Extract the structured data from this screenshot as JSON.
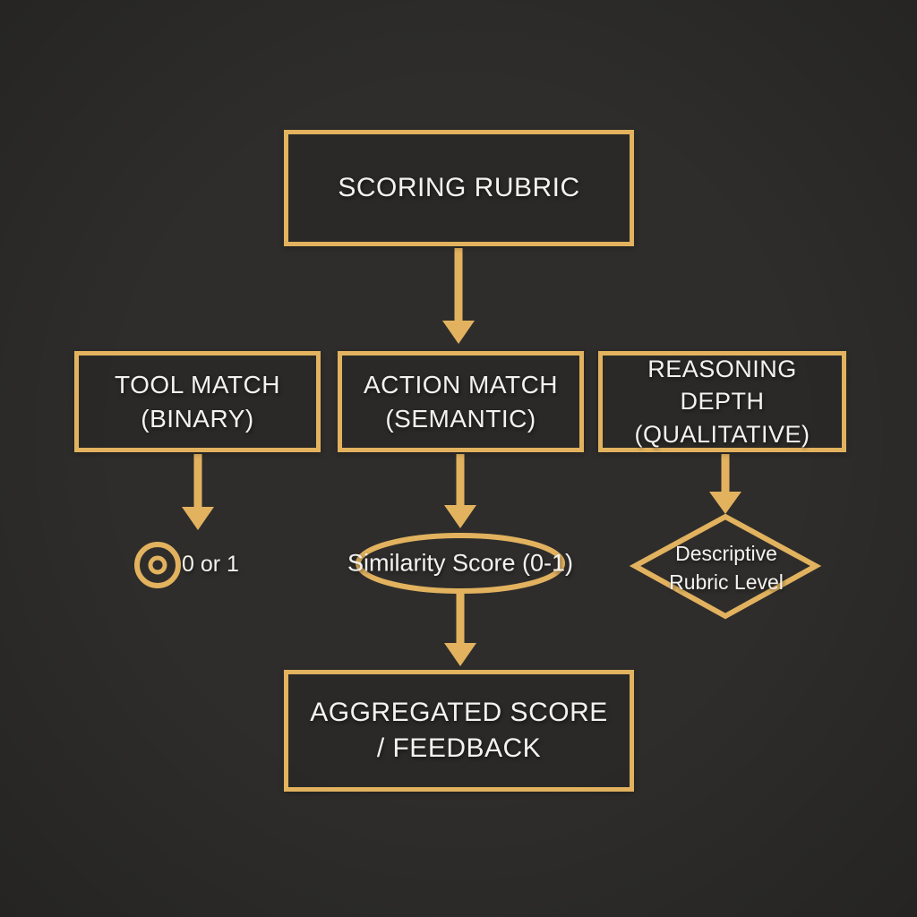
{
  "diagram": {
    "description": "Flowchart of an agent evaluation scoring rubric on a dark background with gold outlined shapes",
    "colors": {
      "background": "#2E2D2B",
      "accent_gold": "#E2B25F",
      "text_white": "#F4F2EE"
    },
    "nodes": {
      "scoring_rubric": {
        "label": "SCORING RUBRIC",
        "shape": "rectangle"
      },
      "tool_match": {
        "line1": "TOOL MATCH",
        "line2": "(BINARY)",
        "shape": "rectangle"
      },
      "action_match": {
        "line1": "ACTION MATCH",
        "line2": "(SEMANTIC)",
        "shape": "rectangle"
      },
      "reasoning_depth": {
        "line1": "REASONING DEPTH",
        "line2": "(QUALITATIVE)",
        "shape": "rectangle"
      },
      "binary_result": {
        "label": "0 or 1",
        "shape": "bullseye-circle"
      },
      "similarity_result": {
        "label": "Similarity Score (0-1)",
        "shape": "ellipse"
      },
      "rubric_level_result": {
        "line1": "Descriptive",
        "line2": "Rubric Level",
        "shape": "diamond"
      },
      "aggregated": {
        "line1": "AGGREGATED SCORE",
        "line2": "/ FEEDBACK",
        "shape": "rectangle"
      }
    },
    "edges": [
      {
        "from": "scoring_rubric",
        "to": "action_match"
      },
      {
        "from": "tool_match",
        "to": "binary_result"
      },
      {
        "from": "action_match",
        "to": "similarity_result"
      },
      {
        "from": "reasoning_depth",
        "to": "rubric_level_result"
      },
      {
        "from": "similarity_result",
        "to": "aggregated"
      }
    ]
  }
}
